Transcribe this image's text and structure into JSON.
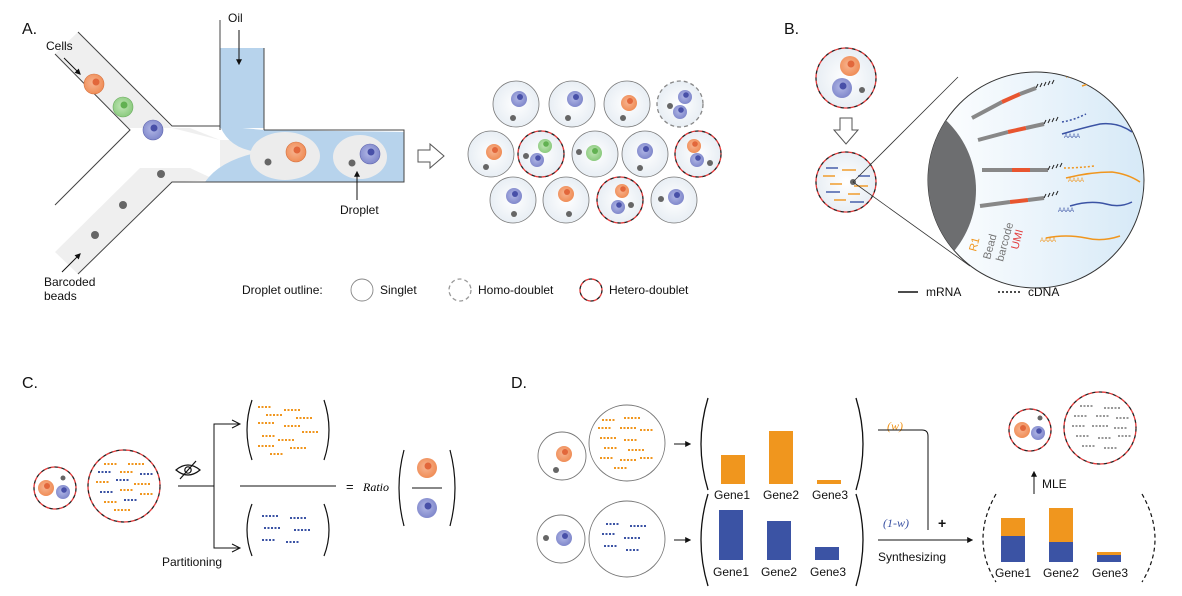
{
  "panels": {
    "a": "A.",
    "b": "B.",
    "c": "C.",
    "d": "D."
  },
  "panel_a": {
    "cells": "Cells",
    "oil": "Oil",
    "droplet": "Droplet",
    "barcoded_beads_1": "Barcoded",
    "barcoded_beads_2": "beads",
    "legend_title": "Droplet outline:",
    "legend_singlet": "Singlet",
    "legend_homo": "Homo-doublet",
    "legend_hetero": "Hetero-doublet"
  },
  "panel_b": {
    "r1": "R1",
    "bead": "Bead",
    "barcode": "barcode",
    "umi": "UMI",
    "aaaa": "AAAA",
    "legend_mrna": "mRNA",
    "legend_cdna": "cDNA"
  },
  "panel_c": {
    "partitioning": "Partitioning",
    "equals": "=",
    "ratio": "Ratio"
  },
  "panel_d": {
    "w": "(w)",
    "one_minus_w": "(1-w)",
    "plus": "+",
    "synthesizing": "Synthesizing",
    "mle": "MLE",
    "gene1": "Gene1",
    "gene2": "Gene2",
    "gene3": "Gene3"
  },
  "colors": {
    "orange": "#f0961e",
    "blue": "#3b53a4",
    "red_dash": "#e23a3a",
    "cell_orange": "#f08a5a",
    "cell_blue": "#7b83c7",
    "cell_green": "#8ccc7e",
    "oil_blue": "#b7d3ec",
    "channel_gray": "#efefef"
  }
}
